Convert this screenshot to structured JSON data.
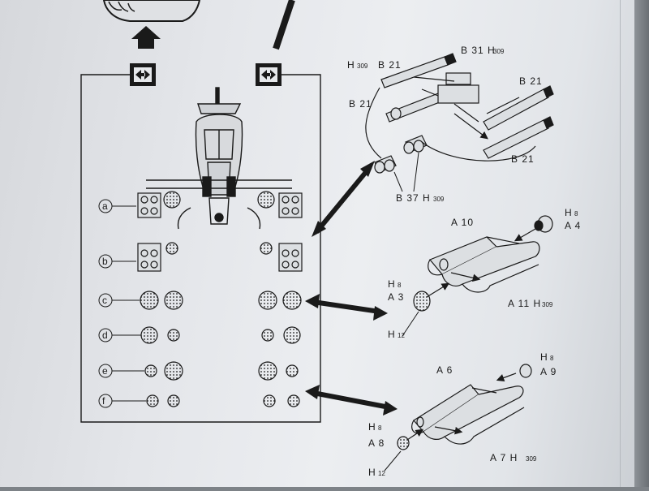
{
  "option_rows": [
    "a",
    "b",
    "c",
    "d",
    "e",
    "f"
  ],
  "rocket_pod_assembly": {
    "part_labels": [
      "H",
      "B 21",
      "B 31 H",
      "B 21",
      "B 21",
      "B 21",
      "B 37 H"
    ],
    "h_tags": [
      "309",
      "309",
      "309"
    ]
  },
  "tube_assembly_upper": {
    "labels": [
      "H",
      "A 4",
      "A 10",
      "A 3",
      "A 11 H",
      "H"
    ],
    "tags": [
      "8",
      "8",
      "309",
      "12"
    ]
  },
  "tube_assembly_lower": {
    "labels": [
      "H",
      "A 9",
      "A 6",
      "H",
      "A 8",
      "A 7 H",
      "H"
    ],
    "tags": [
      "8",
      "8",
      "309",
      "12"
    ]
  },
  "colors": {
    "ink": "#1a1a1a",
    "paper": "#e6e8eb"
  }
}
